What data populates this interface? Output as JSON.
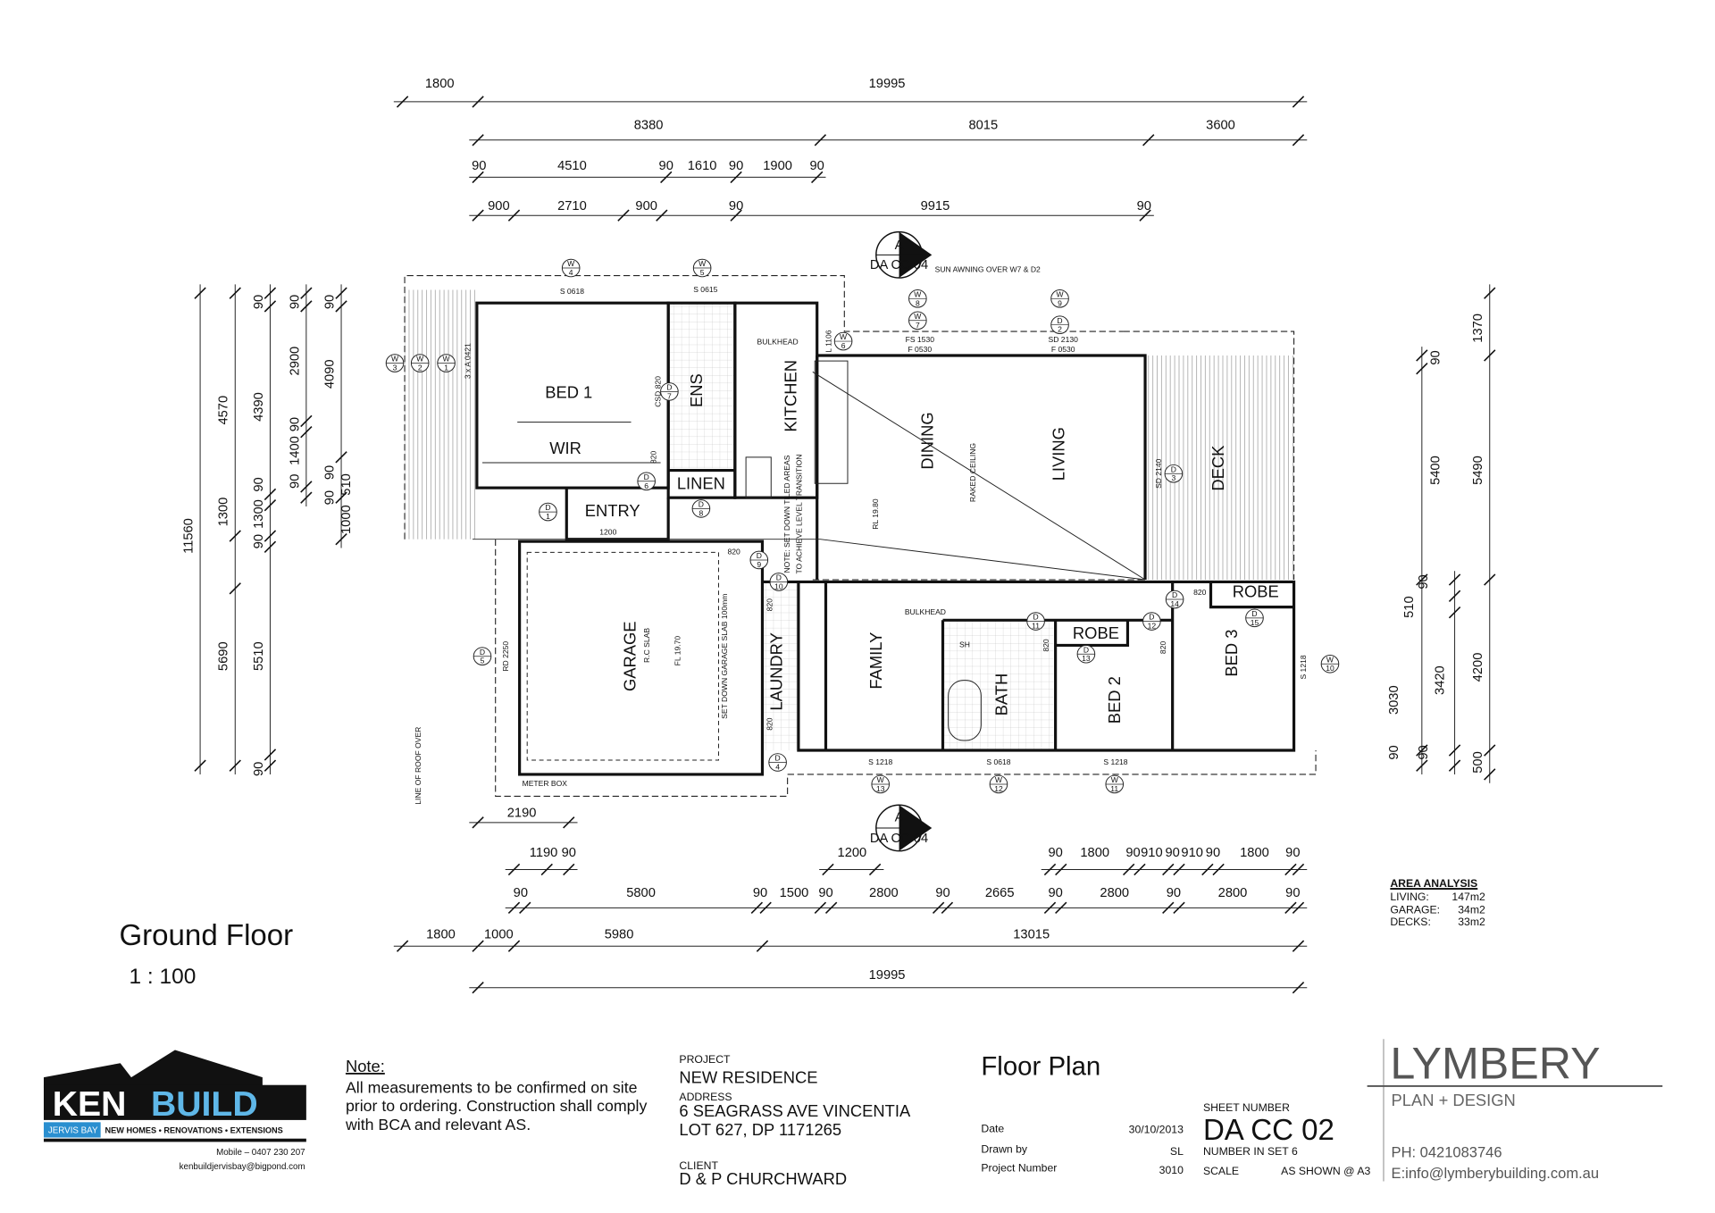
{
  "title": {
    "drawing": "Ground Floor",
    "scale": "1 : 100"
  },
  "dims": [
    "1800",
    "19995",
    "8380",
    "8015",
    "3600",
    "90",
    "4510",
    "90",
    "1610",
    "90",
    "1900",
    "90",
    "900",
    "2710",
    "900",
    "90",
    "9915",
    "90",
    "2190",
    "1190",
    "90",
    "1200",
    "90",
    "1800",
    "90",
    "910",
    "90",
    "910",
    "90",
    "1800",
    "90",
    "90",
    "5800",
    "90",
    "1500",
    "90",
    "2800",
    "90",
    "2665",
    "90",
    "2800",
    "90",
    "2800",
    "90",
    "1800",
    "1000",
    "5980",
    "13015",
    "19995",
    "11560",
    "4570",
    "1300",
    "5690",
    "90",
    "4390",
    "90",
    "1300",
    "90",
    "5510",
    "90",
    "90",
    "2900",
    "90",
    "1400",
    "90",
    "90",
    "4090",
    "90",
    "90",
    "1000",
    "510",
    "90",
    "5400",
    "90",
    "90",
    "3030",
    "90",
    "510",
    "3420",
    "1370",
    "5490",
    "4200",
    "500"
  ],
  "rooms": [
    "BED 1",
    "WIR",
    "ENS",
    "KITCHEN",
    "LINEN",
    "ENTRY",
    "DINING",
    "LIVING",
    "DECK",
    "GARAGE",
    "LAUNDRY",
    "FAMILY",
    "BATH",
    "ROBE",
    "BED 2",
    "ROBE",
    "BED 3"
  ],
  "notes": [
    "S 0618",
    "S 0615",
    "BULKHEAD",
    "L 1106",
    "FS 1530",
    "F 0530",
    "SD 2130",
    "F 0530",
    "SUN AWNING OVER W7 & D2",
    "RAKED CEILING",
    "RL 19.80",
    "SD 2140",
    "3 x A 0421",
    "CSD 820",
    "820",
    "1200",
    "NOTE: SET DOWN TILED AREAS",
    "TO ACHIEVE LEVEL TRANSITION",
    "820",
    "820",
    "R.C SLAB",
    "FL 19.70",
    "SET DOWN GARAGE SLAB 100mm",
    "RD 2250",
    "METER BOX",
    "LINE OF ROOF OVER",
    "820",
    "BULKHEAD",
    "SH",
    "820",
    "820",
    "820",
    "S 1218",
    "S 1218",
    "S 0618",
    "S 1218"
  ],
  "tags": [
    {
      "t": "W",
      "n": "4"
    },
    {
      "t": "W",
      "n": "5"
    },
    {
      "t": "W",
      "n": "3"
    },
    {
      "t": "W",
      "n": "2"
    },
    {
      "t": "W",
      "n": "1"
    },
    {
      "t": "W",
      "n": "6"
    },
    {
      "t": "W",
      "n": "8"
    },
    {
      "t": "W",
      "n": "7"
    },
    {
      "t": "W",
      "n": "9"
    },
    {
      "t": "D",
      "n": "2"
    },
    {
      "t": "D",
      "n": "7"
    },
    {
      "t": "D",
      "n": "6"
    },
    {
      "t": "D",
      "n": "8"
    },
    {
      "t": "D",
      "n": "1"
    },
    {
      "t": "D",
      "n": "9"
    },
    {
      "t": "D",
      "n": "10"
    },
    {
      "t": "D",
      "n": "5"
    },
    {
      "t": "D",
      "n": "4"
    },
    {
      "t": "D",
      "n": "3"
    },
    {
      "t": "D",
      "n": "14"
    },
    {
      "t": "D",
      "n": "11"
    },
    {
      "t": "D",
      "n": "12"
    },
    {
      "t": "D",
      "n": "13"
    },
    {
      "t": "D",
      "n": "15"
    },
    {
      "t": "W",
      "n": "10"
    },
    {
      "t": "W",
      "n": "13"
    },
    {
      "t": "W",
      "n": "12"
    },
    {
      "t": "W",
      "n": "11"
    }
  ],
  "sections": [
    {
      "letter": "A",
      "ref": "DA CC 04"
    },
    {
      "letter": "A",
      "ref": "DA CC 04"
    }
  ],
  "area_analysis": {
    "heading": "AREA ANALYSIS",
    "rows": [
      {
        "label": "LIVING:",
        "value": "147m2"
      },
      {
        "label": "GARAGE:",
        "value": "34m2"
      },
      {
        "label": "DECKS:",
        "value": "33m2"
      }
    ]
  },
  "title_block": {
    "builder": {
      "name_a": "KEN",
      "name_b": "BUILD",
      "region": "JERVIS BAY",
      "tagline": "NEW HOMES • RENOVATIONS • EXTENSIONS",
      "mobile": "Mobile – 0407 230 207",
      "email": "kenbuildjervisbay@bigpond.com"
    },
    "note_heading": "Note:",
    "note_lines": [
      "All measurements to be confirmed on site",
      "prior to ordering. Construction shall comply",
      "with BCA and relevant AS."
    ],
    "project_label": "PROJECT",
    "project": "NEW RESIDENCE",
    "address_label": "ADDRESS",
    "address_1": "6 SEAGRASS AVE VINCENTIA",
    "address_2": "LOT 627, DP 1171265",
    "client_label": "CLIENT",
    "client": "D & P CHURCHWARD",
    "sheet_title": "Floor Plan",
    "date_label": "Date",
    "date": "30/10/2013",
    "drawn_label": "Drawn by",
    "drawn": "SL",
    "projno_label": "Project Number",
    "projno": "3010",
    "sheet_label": "SHEET NUMBER",
    "sheet": "DA CC 02",
    "set_label": "NUMBER IN SET 6",
    "scale_label": "SCALE",
    "scale": "AS SHOWN @ A3",
    "firm": "LYMBERY",
    "firm_sub": "PLAN + DESIGN",
    "phone": "PH: 0421083746",
    "firm_email": "E:info@lymberybuilding.com.au"
  }
}
